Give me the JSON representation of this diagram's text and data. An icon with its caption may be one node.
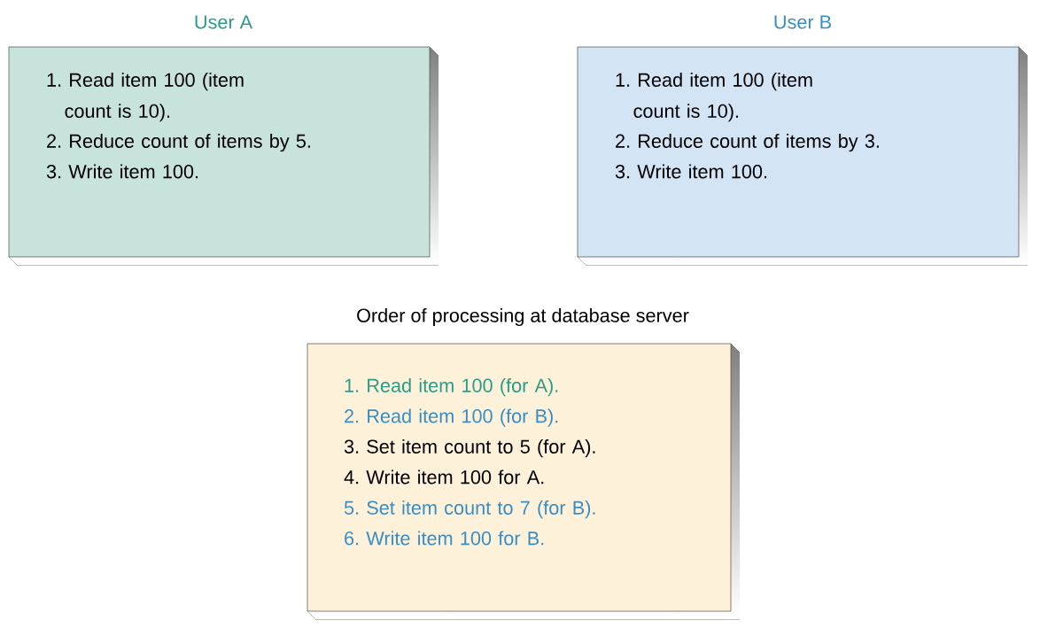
{
  "diagram": {
    "nodes": [
      {
        "text": [
          "User A",
          "1. Read item 100 (item count is 10).",
          "2. Reduce count of items by 5.",
          "3. Write item 100."
        ]
      },
      {
        "text": [
          "User B",
          "1. Read item 100 (item count is 10).",
          "2. Reduce count of items by 3.",
          "3. Write item 100."
        ]
      },
      {
        "text": [
          "Order of processing at database server",
          "1. Read item 100 (for A).",
          "2. Read item 100 (for B).",
          "3. Set item count to 5 (for A).",
          "4. Write item 100 for A.",
          "5. Set item count to 7 (for B).",
          "6. Write item 100 for B."
        ]
      }
    ]
  }
}
